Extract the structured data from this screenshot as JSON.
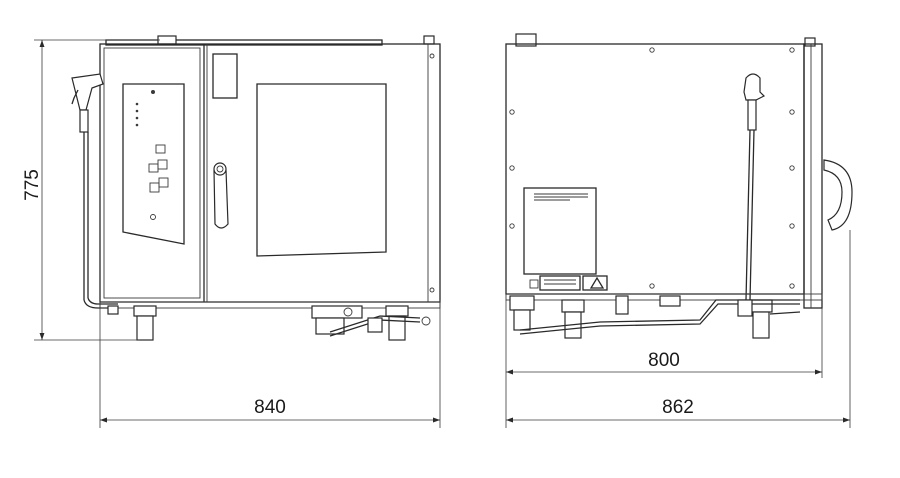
{
  "dimensions": {
    "height": "775",
    "front_width": "840",
    "side_depth_body": "800",
    "side_depth_total": "862"
  },
  "side_label": {
    "text_lines": 3
  }
}
